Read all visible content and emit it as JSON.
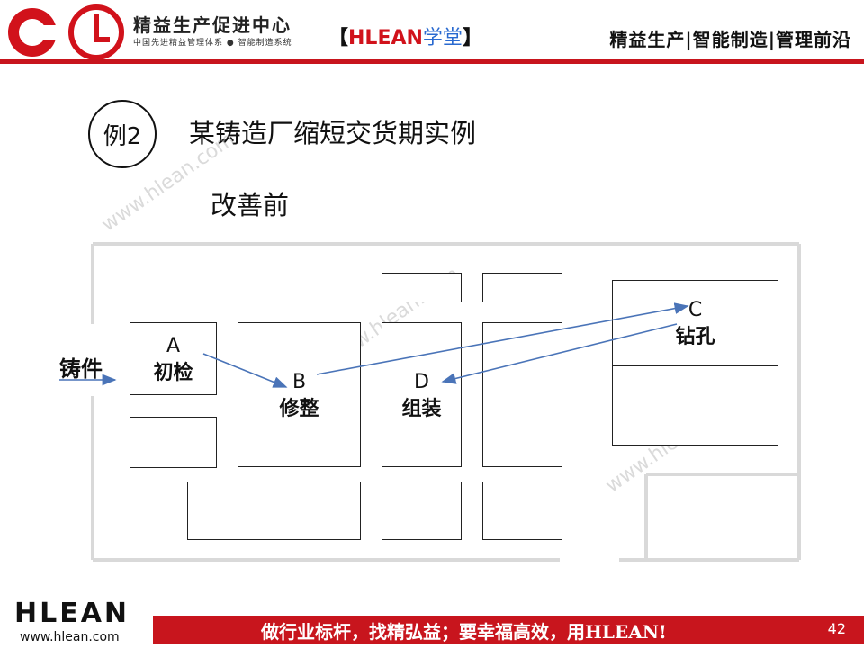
{
  "header": {
    "brand_name": "精益生产促进中心",
    "brand_tag": "中国先进精益管理体系 ● 智能制造系统",
    "center_open": "【",
    "center_hlean": "HLEAN",
    "center_xuetang": "学堂",
    "center_close": "】",
    "right_tagline": "精益生产|智能制造|管理前沿"
  },
  "slide": {
    "example_label": "例2",
    "title": "某铸造厂缩短交货期实例",
    "subtitle": "改善前",
    "input_label": "铸件",
    "stations": [
      {
        "letter": "A",
        "name": "初检"
      },
      {
        "letter": "B",
        "name": "修整"
      },
      {
        "letter": "C",
        "name": "钻孔"
      },
      {
        "letter": "D",
        "name": "组装"
      }
    ],
    "watermark": "www.hlean.com"
  },
  "footer": {
    "logo": "HLEAN",
    "url": "www.hlean.com",
    "slogan": "做行业标杆，找精弘益；要幸福高效，用HLEAN!",
    "page_number": "42"
  },
  "colors": {
    "brand_red": "#c8151d",
    "arrow_blue": "#4a74b8",
    "wall_gray": "#d9d9d9"
  }
}
